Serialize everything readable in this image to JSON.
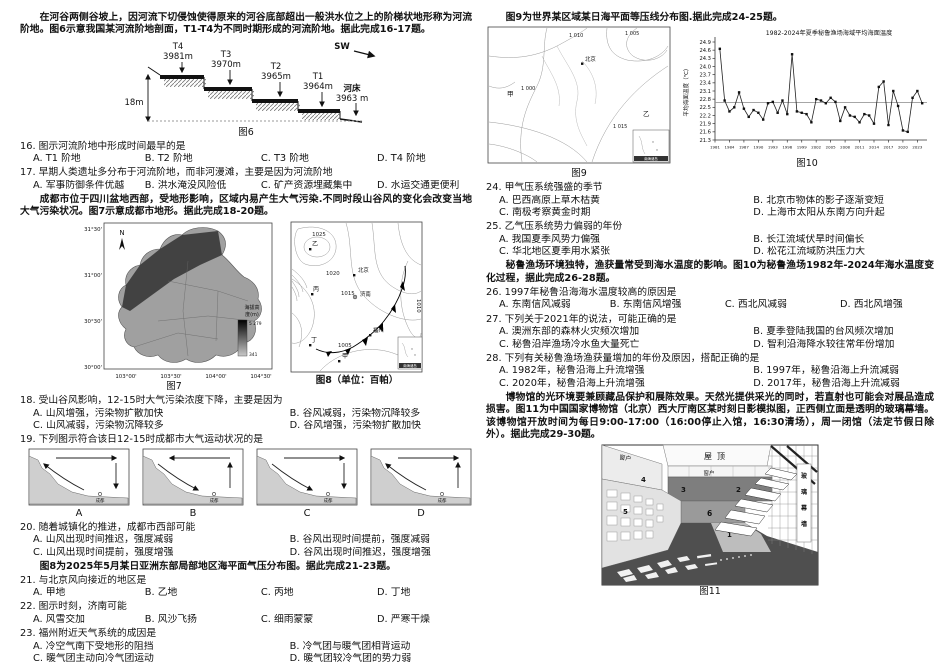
{
  "chart_data": {
    "type": "line",
    "title": "1982-2024年夏季秘鲁渔场海域平均海面温度",
    "ylabel": "平均海面温度（℃）",
    "x": [
      1982,
      1983,
      1984,
      1985,
      1986,
      1987,
      1988,
      1989,
      1990,
      1991,
      1992,
      1993,
      1994,
      1995,
      1996,
      1997,
      1998,
      1999,
      2000,
      2001,
      2002,
      2003,
      2004,
      2005,
      2006,
      2007,
      2008,
      2009,
      2010,
      2011,
      2012,
      2013,
      2014,
      2015,
      2016,
      2017,
      2018,
      2019,
      2020,
      2021,
      2022,
      2023,
      2024
    ],
    "values": [
      24.65,
      22.75,
      22.35,
      22.5,
      23.05,
      22.45,
      22.15,
      22.4,
      22.3,
      22.05,
      22.65,
      22.7,
      22.3,
      22.75,
      22.25,
      24.45,
      22.35,
      22.3,
      22.25,
      21.95,
      22.8,
      22.75,
      22.65,
      22.85,
      22.7,
      22.0,
      22.5,
      22.2,
      22.15,
      21.95,
      22.25,
      22.2,
      21.9,
      23.25,
      23.45,
      21.85,
      23.1,
      22.55,
      21.65,
      21.6,
      22.85,
      23.1,
      22.65
    ],
    "mean": 22.68,
    "ylim": [
      21.3,
      24.9
    ],
    "x_range": [
      1981,
      2025
    ],
    "y_ticks": [
      21.3,
      21.6,
      21.9,
      22.2,
      22.5,
      22.8,
      23.1,
      23.4,
      23.7,
      24.0,
      24.3,
      24.6,
      24.9
    ],
    "x_ticks": [
      1981,
      1984,
      1987,
      1990,
      1993,
      1996,
      1999,
      2002,
      2005,
      2008,
      2011,
      2014,
      2017,
      2020,
      2023
    ],
    "grid": false,
    "legend": "none"
  },
  "figures": {
    "fig6": {
      "caption": "图6",
      "sw": "SW",
      "h": "18m",
      "bed_name": "河床",
      "bed_elev": "3963 m",
      "t": [
        {
          "name": "T4",
          "elev": "3981m"
        },
        {
          "name": "T3",
          "elev": "3970m"
        },
        {
          "name": "T2",
          "elev": "3965m"
        },
        {
          "name": "T1",
          "elev": "3964m"
        }
      ]
    },
    "fig7": {
      "caption": "图7",
      "north": "N",
      "lat": [
        "31°30'",
        "31°00'",
        "30°30'",
        "30°00'"
      ],
      "lon": [
        "103°00'",
        "103°30'",
        "104°00'",
        "104°30'"
      ],
      "legend_t1": "海拔高",
      "legend_t2": "度(m)",
      "legend_max": "5 279",
      "legend_min": "341"
    },
    "fig8": {
      "caption": "图8（单位：百帕）",
      "iso": [
        "1025",
        "1020",
        "1015",
        "1005",
        "1010"
      ],
      "p": [
        "乙",
        "北京",
        "丙",
        "济南",
        "丁",
        "甲",
        "福州"
      ],
      "inset": "南海诸岛"
    },
    "fig9": {
      "caption": "图9",
      "iso": [
        "1 010",
        "1 005",
        "1 000",
        "1 015"
      ],
      "p": [
        "北京",
        "甲",
        "乙"
      ],
      "inset": "南海诸岛"
    },
    "fig10": {
      "caption": "图10"
    },
    "fig11": {
      "caption": "图11",
      "roof": "屋顶",
      "win1": "窗户",
      "win2": "窗户",
      "glass": [
        "玻",
        "璃",
        "幕",
        "墙"
      ],
      "z": [
        "1",
        "2",
        "3",
        "4",
        "5",
        "6"
      ]
    },
    "fig19": {
      "city": "成都",
      "letters": [
        "A",
        "B",
        "C",
        "D"
      ]
    }
  },
  "content": {
    "left": [
      {
        "type": "para",
        "bold": true,
        "text": "在河谷两侧谷坡上，因河流下切侵蚀使得原来的河谷底部超出一般洪水位之上的阶梯状地形称为河流阶地。图6示意我国某河流阶地剖面，T1-T4为不同时期形成的河流阶地。据此完成16-17题。"
      },
      {
        "type": "figs",
        "ids": [
          "fig6"
        ]
      },
      {
        "type": "q",
        "num": "16",
        "stem": "图示河流阶地中形成时间最早的是",
        "cols": 4,
        "options": [
          "T1 阶地",
          "T2 阶地",
          "T3 阶地",
          "T4 阶地"
        ]
      },
      {
        "type": "q",
        "num": "17",
        "stem": "早期人类遗址多分布于河流阶地，而非河漫滩，主要是因为河流阶地",
        "cols": 4,
        "options": [
          "军事防御条件优越",
          "洪水淹没风险低",
          "矿产资源埋藏集中",
          "水运交通更便利"
        ]
      },
      {
        "type": "para",
        "bold": true,
        "text": "成都市位于四川盆地西部，受地形影响，区域内易产生大气污染.不同时段山谷风的变化会改变当地大气污染状况。图7示意成都市地形。据此完成18-20题。"
      },
      {
        "type": "figs",
        "ids": [
          "fig7",
          "fig8"
        ]
      },
      {
        "type": "q",
        "num": "18",
        "stem": "受山谷风影响，12-15时大气污染浓度下降，主要是因为",
        "cols": 2,
        "options": [
          "山风增强，污染物扩散加快",
          "谷风减弱，污染物沉降较多",
          "山风减弱，污染物沉降较多",
          "谷风增强，污染物扩散加快"
        ]
      },
      {
        "type": "q",
        "num": "19",
        "stem": "下列图示符合该日12-15时成都市大气运动状况的是",
        "fig": "fig19row"
      },
      {
        "type": "q",
        "num": "20",
        "stem": "随着城镇化的推进，成都市西部可能",
        "cols": 2,
        "options": [
          "山风出现时间推迟，强度减弱",
          "谷风出现时间提前，强度减弱",
          "山风出现时间提前，强度增强",
          "谷风出现时间推迟，强度增强"
        ]
      },
      {
        "type": "para",
        "bold": true,
        "text": "图8为2025年5月某日亚洲东部局部地区海平面气压分布图。据此完成21-23题。"
      },
      {
        "type": "q",
        "num": "21",
        "stem": "与北京风向接近的地区是",
        "cols": 4,
        "options": [
          "甲地",
          "乙地",
          "丙地",
          "丁地"
        ]
      },
      {
        "type": "q",
        "num": "22",
        "stem": "图示时刻，济南可能",
        "cols": 4,
        "options": [
          "风雪交加",
          "风沙飞扬",
          "细雨蒙蒙",
          "严寒干燥"
        ]
      },
      {
        "type": "q",
        "num": "23",
        "stem": "福州附近天气系统的成因是",
        "cols": 2,
        "options": [
          "冷空气南下受地形的阻挡",
          "冷气团与暖气团相背运动",
          "暖气团主动向冷气团运动",
          "暖气团较冷气团的势力弱"
        ]
      }
    ],
    "right": [
      {
        "type": "para",
        "bold": true,
        "text": "图9为世界某区域某日海平面等压线分布图.据此完成24-25题。"
      },
      {
        "type": "figs",
        "ids": [
          "fig9",
          "fig10"
        ]
      },
      {
        "type": "q",
        "num": "24",
        "stem": "甲气压系统强盛的季节",
        "cols": 2,
        "options": [
          "巴西高原上草木枯黄",
          "北京市物体的影子逐渐变短",
          "南极考察黄金时期",
          "上海市太阳从东南方向升起"
        ]
      },
      {
        "type": "q",
        "num": "25",
        "stem": "乙气压系统势力偏弱的年份",
        "cols": 2,
        "options": [
          "我国夏季风势力偏强",
          "长江流域伏旱时间偏长",
          "华北地区夏季用水紧张",
          "松花江流域防洪压力大"
        ]
      },
      {
        "type": "para",
        "bold": true,
        "text": "秘鲁渔场环境独特，渔获量常受到海水温度的影响。图10为秘鲁渔场1982年-2024年海水温度变化过程，据此完成26-28题。"
      },
      {
        "type": "q",
        "num": "26",
        "stem": "1997年秘鲁沿海海水温度较高的原因是",
        "cols": 4,
        "options": [
          "东南信风减弱",
          "东南信风增强",
          "西北风减弱",
          "西北风增强"
        ]
      },
      {
        "type": "q",
        "num": "27",
        "stem": "下列关于2021年的说法，可能正确的是",
        "cols": 2,
        "options": [
          "澳洲东部的森林火灾频次增加",
          "夏季登陆我国的台风频次增加",
          "秘鲁沿岸渔场冷水鱼大量死亡",
          "智利沿海降水较往常年份增加"
        ]
      },
      {
        "type": "q",
        "num": "28",
        "stem": "下列有关秘鲁渔场渔获量增加的年份及原因，搭配正确的是",
        "cols": 2,
        "options": [
          "1982年，秘鲁沿海上升流增强",
          "1997年，秘鲁沿海上升流减弱",
          "2020年，秘鲁沿海上升流增强",
          "2017年，秘鲁沿海上升流减弱"
        ]
      },
      {
        "type": "para",
        "bold": true,
        "text": "博物馆的光环境要兼顾藏品保护和展陈效果。天然光提供采光的同时，若直射也可能会对展品造成损害。图11为中国国家博物馆（北京）西大厅南区某时刻日影模拟图，正西侧立面是透明的玻璃幕墙。该博物馆开放时间为每日9:00-17:00（16:00停止入馆，16:30清场），周一闭馆（法定节假日除外）。据此完成29-30题。"
      },
      {
        "type": "figs",
        "ids": [
          "fig11"
        ]
      }
    ]
  }
}
